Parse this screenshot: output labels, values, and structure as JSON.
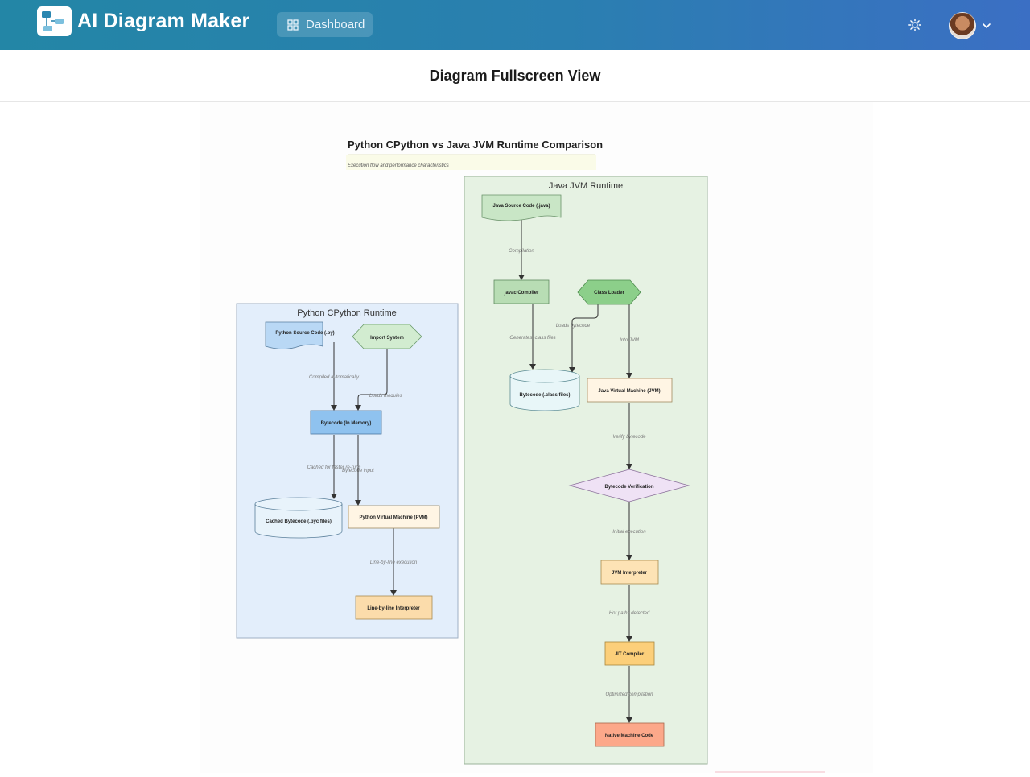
{
  "app": {
    "name": "AI Diagram Maker"
  },
  "nav": {
    "dashboard_label": "Dashboard"
  },
  "page": {
    "title": "Diagram Fullscreen View"
  },
  "diagram": {
    "title": "Python CPython vs Java JVM Runtime Comparison",
    "subtitle": "Execution flow and performance characteristics",
    "python": {
      "cluster_label": "Python CPython Runtime",
      "nodes": {
        "source": "Python Source Code (.py)",
        "import": "Import System",
        "bytecode": "Bytecode (In Memory)",
        "cached": "Cached Bytecode (.pyc files)",
        "pvm": "Python Virtual Machine (PVM)",
        "interp": "Line-by-line Interpreter"
      },
      "edges": {
        "compiled": "Compiled automatically",
        "loads": "Loads modules",
        "cached_for": "Cached for faster re-runs",
        "bc_input": "Bytecode input",
        "line_exec": "Line-by-line execution"
      }
    },
    "java": {
      "cluster_label": "Java JVM Runtime",
      "nodes": {
        "source": "Java Source Code (.java)",
        "javac": "javac Compiler",
        "classloader": "Class Loader",
        "bytecode": "Bytecode (.class files)",
        "jvm": "Java Virtual Machine (JVM)",
        "verify": "Bytecode Verification",
        "interp": "JVM Interpreter",
        "jit": "JIT Compiler",
        "native": "Native Machine Code"
      },
      "edges": {
        "compilation": "Compilation",
        "generates": "Generates .class files",
        "loads_bc": "Loads bytecode",
        "into_jvm": "Into JVM",
        "verify_bc": "Verify bytecode",
        "initial": "Initial execution",
        "hot": "Hot paths detected",
        "optimized": "Optimized compilation"
      }
    }
  },
  "colors": {
    "header_start": "#2386a6",
    "header_end": "#3b6fc4",
    "python_cluster": "#e3eefb",
    "java_cluster": "#e6f2e3"
  },
  "icons": {
    "logo": "diagram-logo-icon",
    "dashboard": "grid-icon",
    "theme": "sun-icon",
    "menu": "chevron-down-icon"
  }
}
